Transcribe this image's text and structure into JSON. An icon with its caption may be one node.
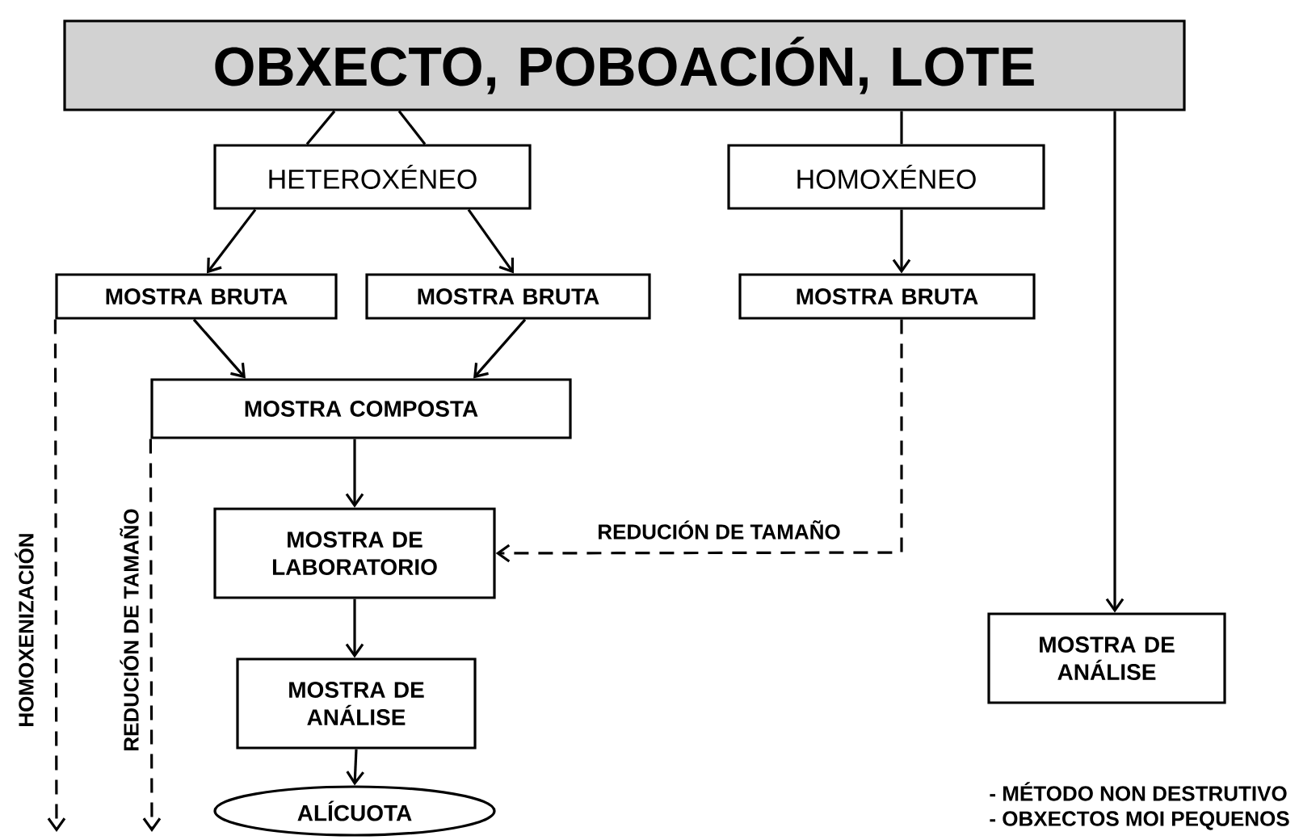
{
  "diagram": {
    "nodes": [
      {
        "text": [
          "OBXECTO, POBOACIÓN, LOTE"
        ]
      },
      {
        "text": [
          "HETEROXÉNEO"
        ]
      },
      {
        "text": [
          "HOMOXÉNEO"
        ]
      },
      {
        "text": [
          "MOSTRA BRUTA"
        ]
      },
      {
        "text": [
          "MOSTRA BRUTA"
        ]
      },
      {
        "text": [
          "MOSTRA BRUTA"
        ]
      },
      {
        "text": [
          "MOSTRA COMPOSTA"
        ]
      },
      {
        "text": [
          "MOSTRA DE LABORATORIO"
        ]
      },
      {
        "text": [
          "MOSTRA DE ANÁLISE"
        ]
      },
      {
        "text": [
          "ALÍCUOTA"
        ]
      },
      {
        "text": [
          "MOSTRA DE ANÁLISE"
        ],
        "beside": [
          "- MÉTODO NON DESTRUTIVO",
          "- OBXECTOS MOI PEQUENOS"
        ]
      }
    ],
    "edges": [
      {
        "from": 0,
        "to": 1,
        "arrow": "none"
      },
      {
        "from": 0,
        "to": 1,
        "arrow": "none"
      },
      {
        "from": 0,
        "to": 2,
        "arrow": "none"
      },
      {
        "from": 0,
        "to": 10,
        "arrow": "to"
      },
      {
        "from": 1,
        "to": 3,
        "arrow": "to"
      },
      {
        "from": 1,
        "to": 4,
        "arrow": "to"
      },
      {
        "from": 2,
        "to": 5,
        "arrow": "to"
      },
      {
        "from": 3,
        "to": 6,
        "arrow": "to"
      },
      {
        "from": 4,
        "to": 6,
        "arrow": "to"
      },
      {
        "from": 6,
        "to": 7,
        "arrow": "to"
      },
      {
        "from": 7,
        "to": 8,
        "arrow": "to"
      },
      {
        "from": 8,
        "to": 9,
        "arrow": "to"
      },
      {
        "from": 5,
        "to": 7,
        "arrow": "to",
        "style": "dashed",
        "label": "REDUCIÓN DE TAMAÑO"
      },
      {
        "from": 3,
        "to": null,
        "arrow": "to",
        "style": "dashed",
        "label": "HOMOXENIZACIÓN"
      },
      {
        "from": 6,
        "to": null,
        "arrow": "to",
        "style": "dashed",
        "label": "REDUCIÓN DE TAMAÑO"
      }
    ]
  }
}
